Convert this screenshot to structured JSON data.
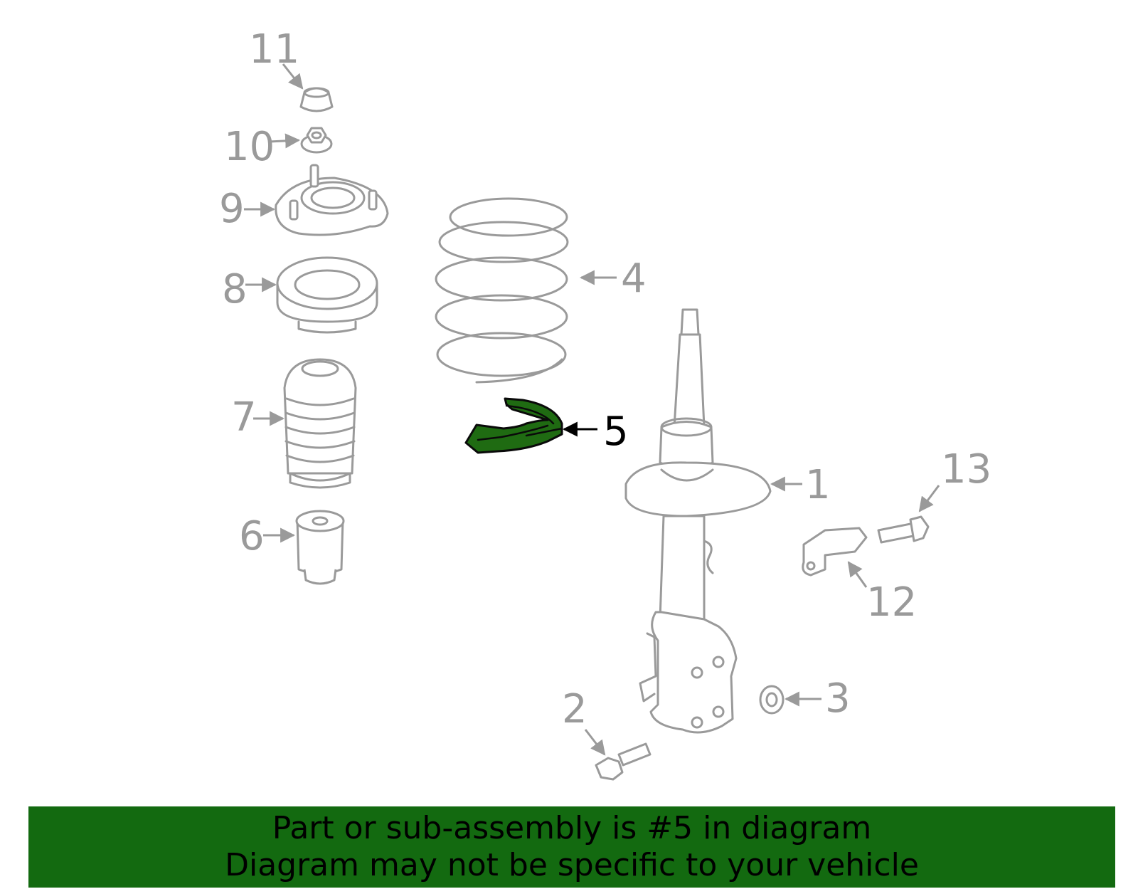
{
  "callouts": {
    "c1": "1",
    "c2": "2",
    "c3": "3",
    "c4": "4",
    "c5": "5",
    "c6": "6",
    "c7": "7",
    "c8": "8",
    "c9": "9",
    "c10": "10",
    "c11": "11",
    "c12": "12",
    "c13": "13"
  },
  "highlighted_part": "5",
  "colors": {
    "highlight_fill": "#1f6b12",
    "banner_background": "#136a10",
    "line_gray": "#9a9a9a"
  },
  "banner": {
    "line1": "Part or sub-assembly is #5 in diagram",
    "line2": "Diagram may not be specific to your vehicle"
  }
}
